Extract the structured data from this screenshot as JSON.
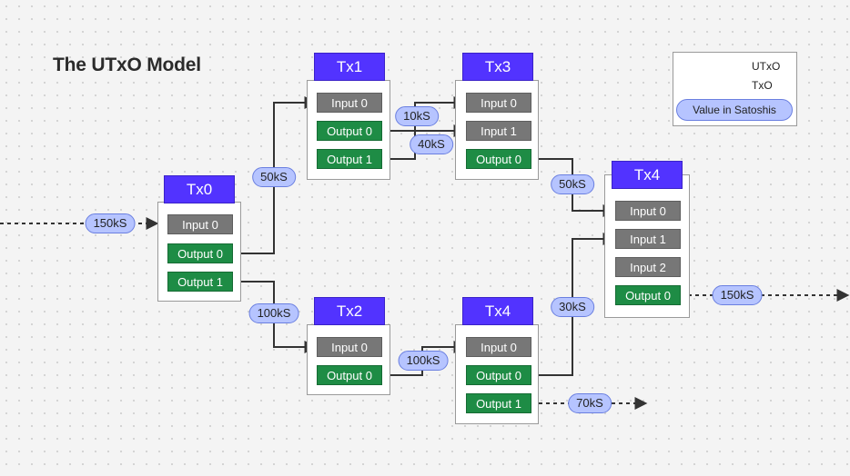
{
  "title": "The UTxO Model",
  "colors": {
    "tx_header": "#5233ff",
    "input": "#777777",
    "output": "#1e8c45",
    "value_pill": "#b6c4ff",
    "wire": "#333333"
  },
  "legend": {
    "utxo": "UTxO",
    "txo": "TxO",
    "value": "Value in Satoshis"
  },
  "transactions": [
    {
      "id": "tx0",
      "name": "Tx0",
      "inputs": [
        "Input 0"
      ],
      "outputs": [
        "Output 0",
        "Output 1"
      ]
    },
    {
      "id": "tx1",
      "name": "Tx1",
      "inputs": [
        "Input 0"
      ],
      "outputs": [
        "Output 0",
        "Output 1"
      ]
    },
    {
      "id": "tx3",
      "name": "Tx3",
      "inputs": [
        "Input 0",
        "Input 1"
      ],
      "outputs": [
        "Output 0"
      ]
    },
    {
      "id": "tx2",
      "name": "Tx2",
      "inputs": [
        "Input 0"
      ],
      "outputs": [
        "Output 0"
      ]
    },
    {
      "id": "tx4a",
      "name": "Tx4",
      "inputs": [
        "Input 0"
      ],
      "outputs": [
        "Output 0",
        "Output 1"
      ]
    },
    {
      "id": "tx4b",
      "name": "Tx4",
      "inputs": [
        "Input 0",
        "Input 1",
        "Input 2"
      ],
      "outputs": [
        "Output 0"
      ]
    }
  ],
  "values": {
    "incoming": "150kS",
    "tx0_out0": "50kS",
    "tx0_out1": "100kS",
    "tx1_out0": "10kS",
    "tx1_out1": "40kS",
    "tx2_out0": "100kS",
    "tx3_out0": "50kS",
    "tx4a_out0": "30kS",
    "tx4a_out1": "70kS",
    "tx4b_out0": "150kS"
  }
}
